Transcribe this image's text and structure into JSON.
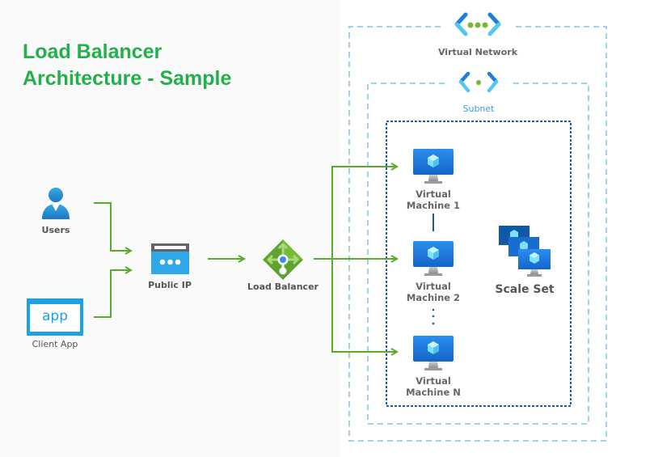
{
  "title": {
    "line1": "Load Balancer",
    "line2": "Architecture - Sample"
  },
  "nodes": {
    "users": "Users",
    "client_app": "Client App",
    "client_app_icon_text": "app",
    "public_ip": "Public IP",
    "load_balancer": "Load Balancer"
  },
  "containers": {
    "virtual_network": "Virtual Network",
    "subnet": "Subnet"
  },
  "vms": [
    {
      "line1": "Virtual",
      "line2": "Machine 1"
    },
    {
      "line1": "Virtual",
      "line2": "Machine 2"
    },
    {
      "line1": "Virtual",
      "line2": "Machine N"
    }
  ],
  "scale_set": "Scale Set",
  "colors": {
    "title": "#22b04b",
    "arrow": "#5aab2a",
    "vnet_border": "#7ec4e0",
    "scaleset_border": "#1c5d99",
    "azure_blue": "#1e7fd8",
    "light_blue": "#50c8f0"
  }
}
